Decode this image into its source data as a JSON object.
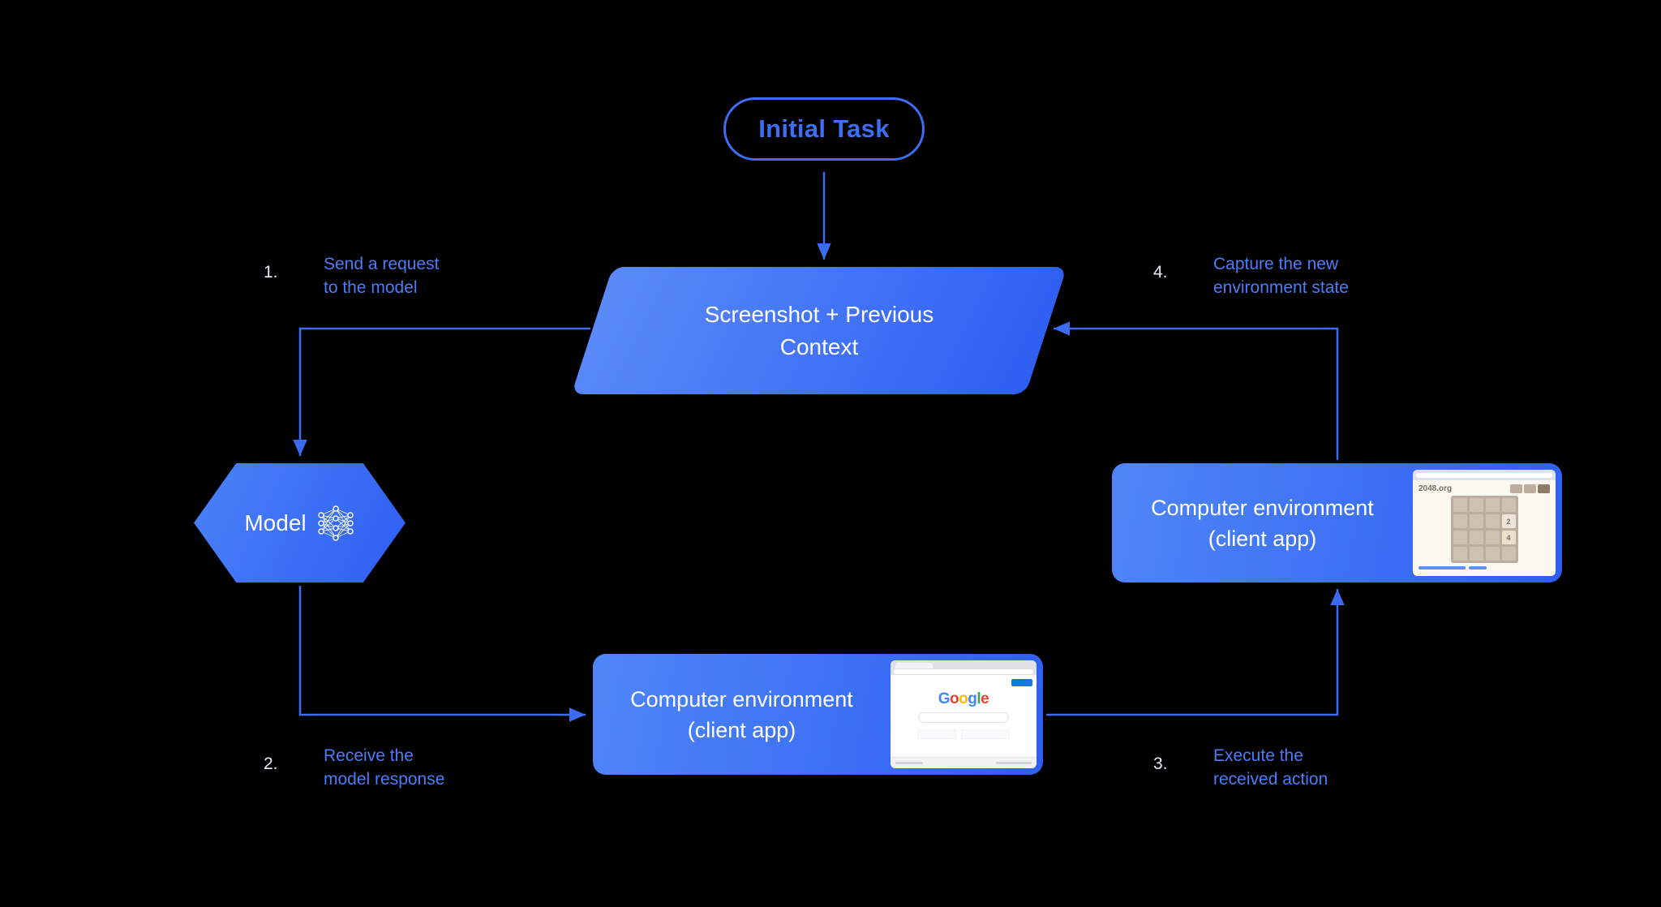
{
  "nodes": {
    "initial_task": {
      "label": "Initial Task"
    },
    "screenshot_context": {
      "lines": [
        "Screenshot + Previous",
        "Context"
      ]
    },
    "model": {
      "label": "Model"
    },
    "env_client_bottom": {
      "lines": [
        "Computer environment",
        "(client app)"
      ]
    },
    "env_client_right": {
      "lines": [
        "Computer environment",
        "(client app)"
      ]
    }
  },
  "steps": [
    {
      "num": "1.",
      "lines": [
        "Send a request",
        "to the model"
      ]
    },
    {
      "num": "2.",
      "lines": [
        "Receive the",
        "model response"
      ]
    },
    {
      "num": "3.",
      "lines": [
        "Execute the",
        "received action"
      ]
    },
    {
      "num": "4.",
      "lines": [
        "Capture the new",
        "environment state"
      ]
    }
  ],
  "thumbnails": {
    "google": {
      "logo_letters": [
        "G",
        "o",
        "o",
        "g",
        "l",
        "e"
      ],
      "logo_colors": [
        "#4285F4",
        "#EA4335",
        "#FBBC05",
        "#4285F4",
        "#34A853",
        "#EA4335"
      ]
    },
    "game2048": {
      "site": "2048.org",
      "tiles": [
        "2",
        "4"
      ]
    }
  },
  "icons": {
    "model_network": "neural-network-icon"
  },
  "colors": {
    "background": "#000000",
    "accent_blue": "#3d6ef5",
    "arrow_blue": "#3b6cf0",
    "label_blue": "#4c7cf7",
    "step_number": "#e8ecf5",
    "node_gradient_start": "#5a8bf8",
    "node_gradient_end": "#2e5ef3",
    "node_text": "#ffffff"
  }
}
